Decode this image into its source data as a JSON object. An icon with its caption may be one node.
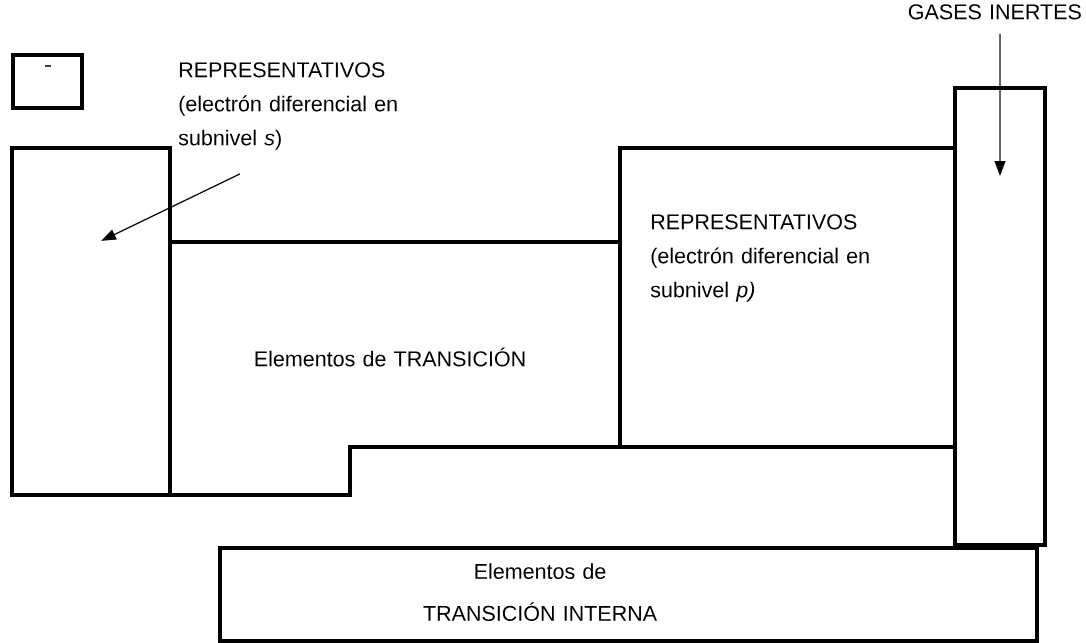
{
  "diagram": {
    "nodes": [
      {
        "text": [],
        "shape": "box"
      },
      {
        "text": [
          "REPRESENTATIVOS (electrón diferencial en subnivel *s*)"
        ]
      },
      {
        "text": [
          "GASES INERTES"
        ]
      },
      {
        "text": [],
        "shape": "box"
      },
      {
        "text": [
          "Elementos de TRANSICIÓN"
        ]
      },
      {
        "text": [
          "REPRESENTATIVOS (electrón diferencial en subnivel *p)*"
        ]
      },
      {
        "text": [],
        "shape": "box"
      },
      {
        "text": [
          "Elementos de TRANSICIÓN INTERNA"
        ]
      }
    ],
    "edges": [
      {
        "from": 1,
        "to": 3,
        "arrow": "to"
      },
      {
        "from": 2,
        "to": 6,
        "arrow": "to"
      }
    ]
  }
}
